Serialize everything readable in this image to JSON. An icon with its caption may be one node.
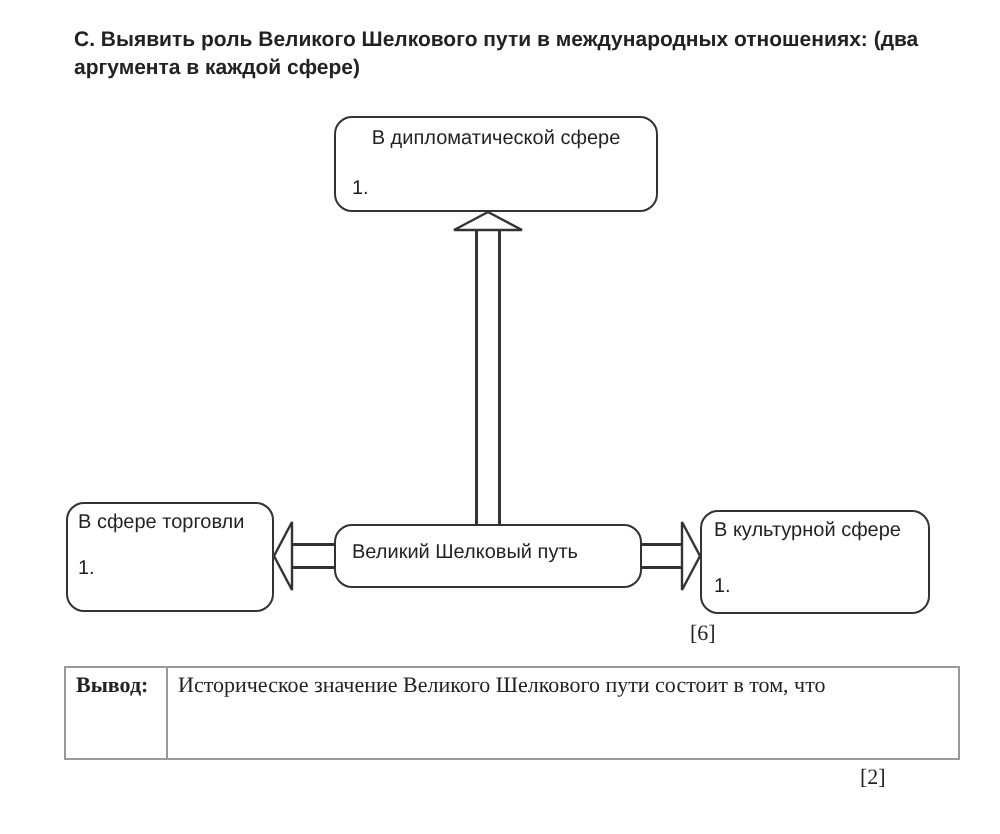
{
  "diagram": {
    "title": "C. Выявить роль Великого Шелкового пути в международных отношениях: (два аргумента в каждой сфере)",
    "nodes": [
      {
        "text": [
          "В дипломатической сфере",
          "1."
        ]
      },
      {
        "text": [
          "В сфере торговли",
          "1."
        ]
      },
      {
        "text": [
          "Великий Шелковый путь"
        ]
      },
      {
        "text": [
          "В культурной сфере",
          "1."
        ]
      }
    ],
    "edges": [
      {
        "from": 2,
        "to": 0,
        "arrow": "to"
      },
      {
        "from": 2,
        "to": 1,
        "arrow": "to"
      },
      {
        "from": 2,
        "to": 3,
        "arrow": "to"
      }
    ],
    "labels": [
      "[6]",
      "Вывод:",
      "Историческое значение Великого Шелкового пути состоит в том, что",
      "[2]"
    ]
  }
}
